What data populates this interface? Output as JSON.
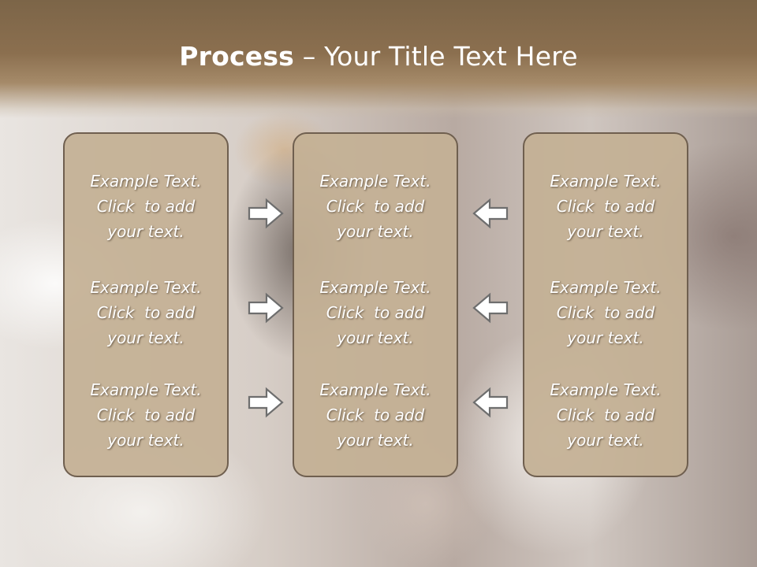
{
  "title": {
    "bold": "Process",
    "rest": " – Your Title Text Here"
  },
  "panels": {
    "left": {
      "items": [
        {
          "line1": "Example Text.",
          "line2": "Click  to add",
          "line3": "your text."
        },
        {
          "line1": "Example Text.",
          "line2": "Click  to add",
          "line3": "your text."
        },
        {
          "line1": "Example Text.",
          "line2": "Click  to add",
          "line3": "your text."
        }
      ]
    },
    "center": {
      "items": [
        {
          "line1": "Example Text.",
          "line2": "Click  to add",
          "line3": "your text."
        },
        {
          "line1": "Example Text.",
          "line2": "Click  to add",
          "line3": "your text."
        },
        {
          "line1": "Example Text.",
          "line2": "Click  to add",
          "line3": "your text."
        }
      ]
    },
    "right": {
      "items": [
        {
          "line1": "Example Text.",
          "line2": "Click  to add",
          "line3": "your text."
        },
        {
          "line1": "Example Text.",
          "line2": "Click  to add",
          "line3": "your text."
        },
        {
          "line1": "Example Text.",
          "line2": "Click  to add",
          "line3": "your text."
        }
      ]
    }
  },
  "arrows": {
    "left_to_center": "arrow-right-icon",
    "right_to_center": "arrow-left-icon"
  },
  "colors": {
    "title_bar": "#8b6f4f",
    "panel_fill": "#c4b094",
    "panel_border": "#6f5f4f",
    "text": "#ffffff"
  }
}
